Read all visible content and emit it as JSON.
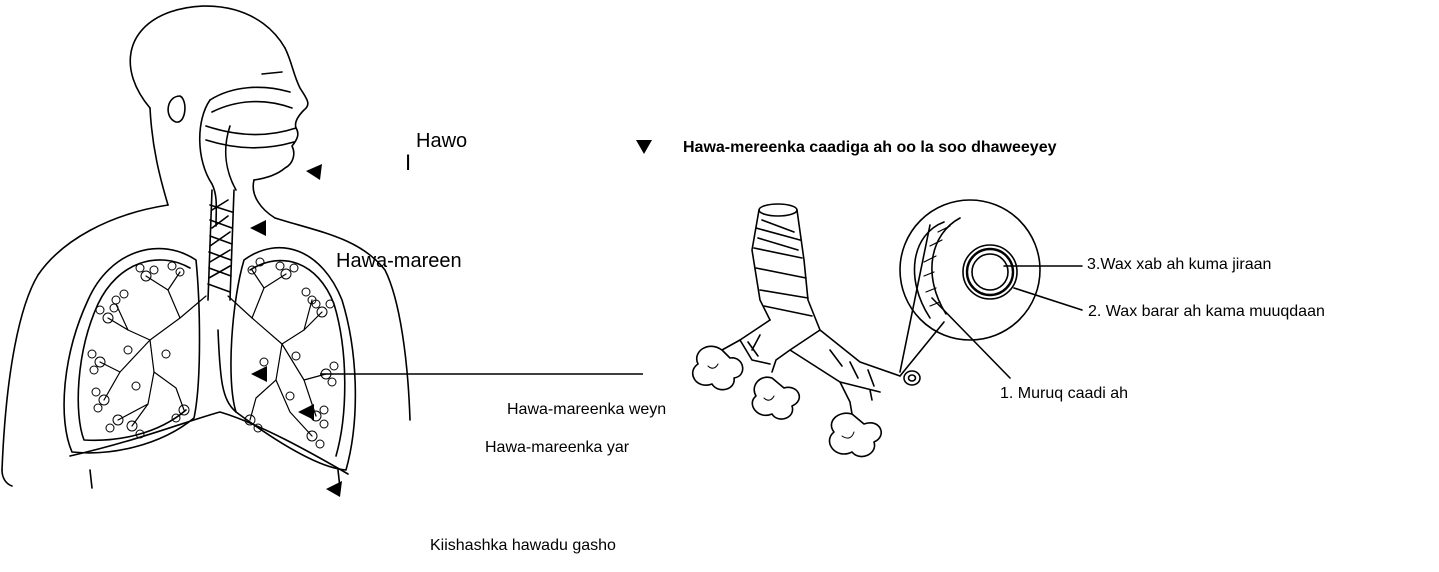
{
  "diagram": {
    "title": "Hawa-mereenka caadiga ah oo la soo dhaweeyey",
    "left_labels": {
      "hawo": "Hawo",
      "hawo_marker": "I",
      "hawa_mareen": "Hawa-mareen",
      "hawa_mareenka_weyn": "Hawa-mareenka weyn",
      "hawa_mareenka_yar": "Hawa-mareenka yar",
      "kiishashka": "Kiishashka hawadu gasho"
    },
    "detail_labels": {
      "muruq": "1. Muruq caadi ah",
      "wax_barar": "2. Wax barar ah kama muuqdaan",
      "wax_xab": "3.Wax xab ah kuma jiraan"
    }
  }
}
